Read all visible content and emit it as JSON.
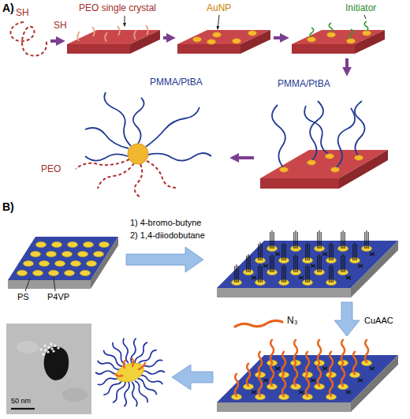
{
  "diagram": {
    "labels": [
      "A)",
      "SH",
      "SH",
      "PEO single crystal",
      "AuNP",
      "Initiator",
      "PMMA/PtBA",
      "PMMA/PtBA",
      "PEO",
      "B)",
      "1) 4-bromo-butyne",
      "2) 1,4-diiodobutane",
      "PS",
      "P4VP",
      "N₃",
      "CuAAC",
      "50 nm"
    ]
  }
}
